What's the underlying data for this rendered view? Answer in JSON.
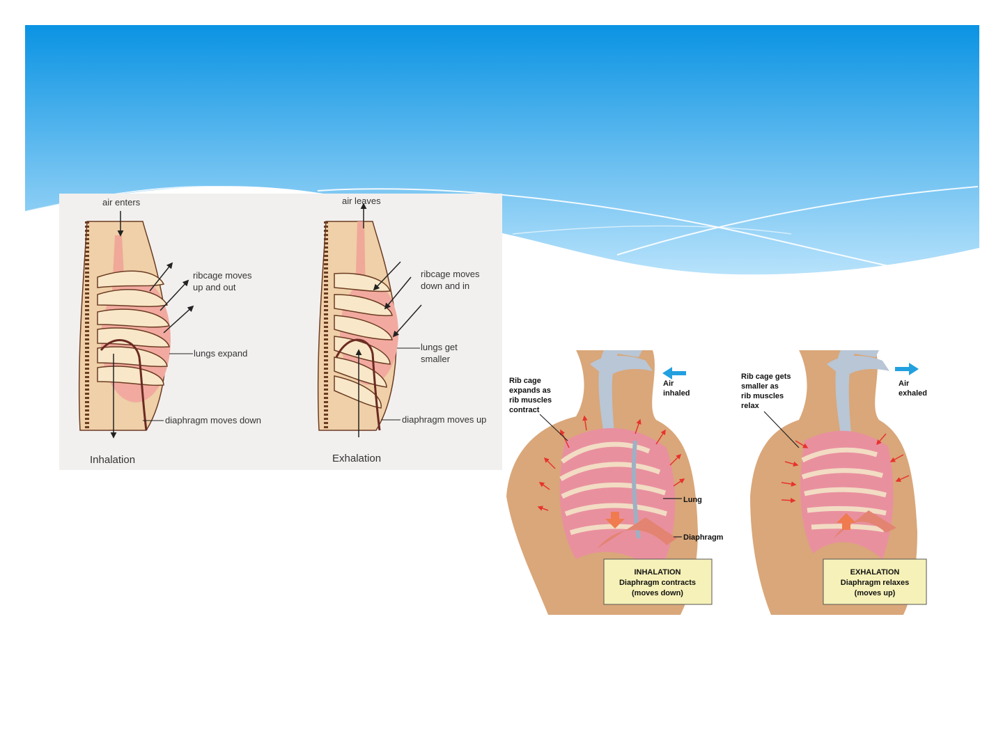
{
  "colors": {
    "band_top": "#0a93e3",
    "band_bottom": "#aedcf9",
    "flesh": "#e6b286",
    "lung": "#e98a9b",
    "rib": "#f4e6c8",
    "arrow_red": "#e8322c",
    "label_box": "#f6f1b8",
    "air_arrow": "#22a0e0"
  },
  "figure_left": {
    "inhalation": {
      "caption": "Inhalation",
      "air_label": "air enters",
      "ribcage_label": "ribcage moves\nup and out",
      "lungs_label": "lungs expand",
      "diaphragm_label": "diaphragm moves down"
    },
    "exhalation": {
      "caption": "Exhalation",
      "air_label": "air leaves",
      "ribcage_label": "ribcage moves\ndown and in",
      "lungs_label": "lungs get\nsmaller",
      "diaphragm_label": "diaphragm moves up"
    }
  },
  "figure_right": {
    "inhalation": {
      "rib_label": "Rib cage\nexpands as\nrib muscles\ncontract",
      "air_label": "Air\ninhaled",
      "lung_label": "Lung",
      "diaphragm_label": "Diaphragm",
      "box_title": "INHALATION",
      "box_line1": "Diaphragm contracts",
      "box_line2": "(moves down)"
    },
    "exhalation": {
      "rib_label": "Rib cage gets\nsmaller as\nrib muscles\nrelax",
      "air_label": "Air\nexhaled",
      "box_title": "EXHALATION",
      "box_line1": "Diaphragm relaxes",
      "box_line2": "(moves up)"
    }
  }
}
